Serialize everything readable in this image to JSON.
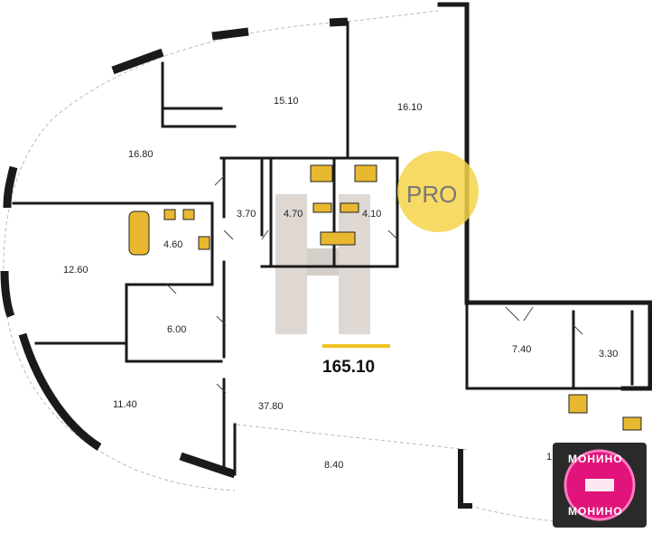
{
  "plan": {
    "total_area": "165.10",
    "rooms": [
      {
        "id": "room-15-10",
        "label": "15.10"
      },
      {
        "id": "room-16-10",
        "label": "16.10"
      },
      {
        "id": "room-16-80",
        "label": "16.80"
      },
      {
        "id": "room-3-70",
        "label": "3.70"
      },
      {
        "id": "room-4-70",
        "label": "4.70"
      },
      {
        "id": "room-4-10",
        "label": "4.10"
      },
      {
        "id": "room-4-60",
        "label": "4.60"
      },
      {
        "id": "room-12-60",
        "label": "12.60"
      },
      {
        "id": "room-6-00",
        "label": "6.00"
      },
      {
        "id": "room-7-40",
        "label": "7.40"
      },
      {
        "id": "room-3-30",
        "label": "3.30"
      },
      {
        "id": "room-11-40",
        "label": "11.40"
      },
      {
        "id": "room-37-80",
        "label": "37.80"
      },
      {
        "id": "room-8-40",
        "label": "8.40"
      },
      {
        "id": "room-partial",
        "label": "1"
      }
    ]
  },
  "badges": {
    "pro": "PRO",
    "brand_top": "МОНИНО",
    "brand_bottom": "МОНИНО"
  },
  "colors": {
    "wall": "#1a1a1a",
    "fixture": "#e8b830",
    "pro_badge": "#f5d34a",
    "brand_bg": "#e0147a",
    "accent_line": "#f0c020"
  }
}
